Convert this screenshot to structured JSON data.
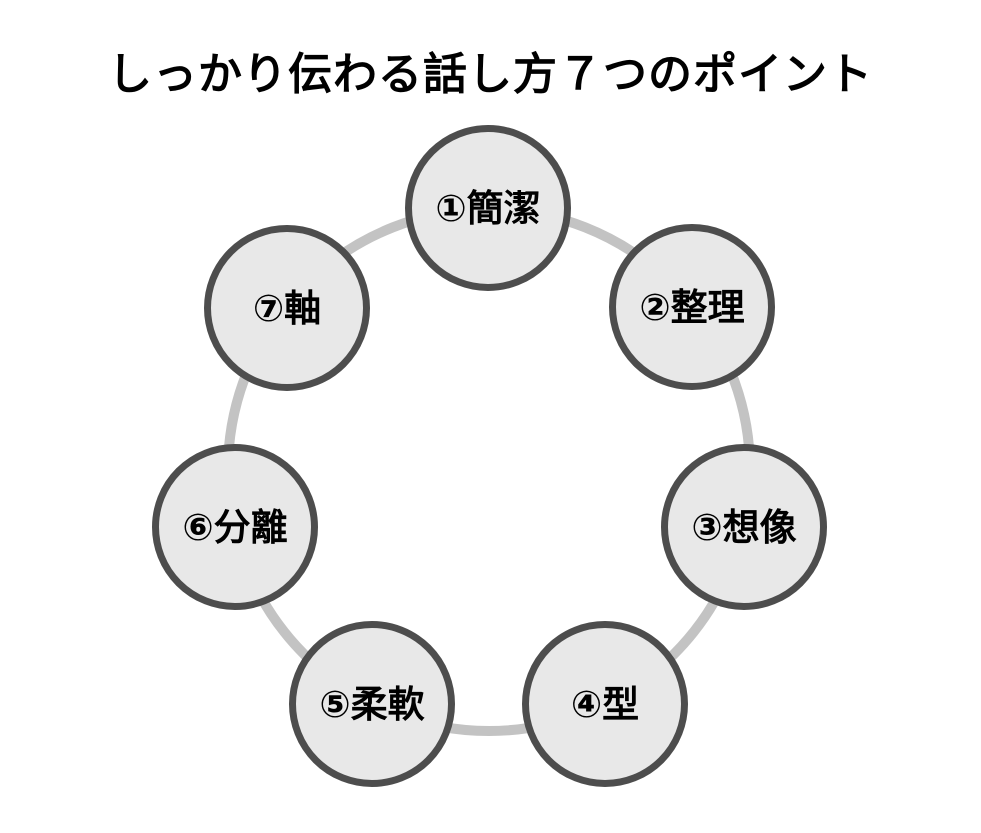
{
  "title": "しっかり伝わる話し方７つのポイント",
  "colors": {
    "background": "#ffffff",
    "text": "#000000",
    "node_fill": "#e8e8e8",
    "node_border": "#4d4d4d",
    "ring": "#c3c3c3"
  },
  "items": [
    {
      "label": "①簡潔"
    },
    {
      "label": "②整理"
    },
    {
      "label": "③想像"
    },
    {
      "label": "④型"
    },
    {
      "label": "⑤柔軟"
    },
    {
      "label": "⑥分離"
    },
    {
      "label": "⑦軸"
    }
  ]
}
